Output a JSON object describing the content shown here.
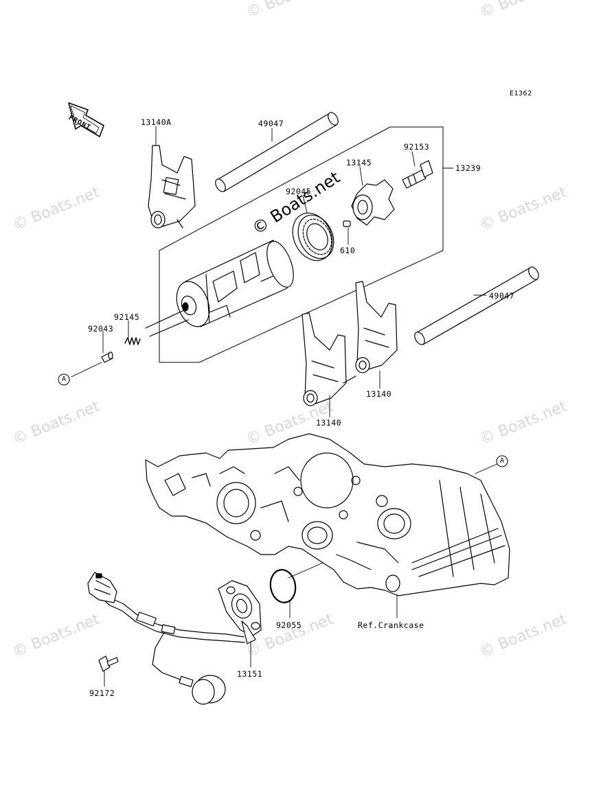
{
  "figure_code": "E1362",
  "front_label": "FRONT",
  "ref_marker": "A",
  "watermark": "© Boats.net",
  "parts": {
    "p13140A": "13140A",
    "p49047_top": "49047",
    "p92153": "92153",
    "p13145": "13145",
    "p13239": "13239",
    "p92045": "92045",
    "p610": "610",
    "p92145": "92145",
    "p92043": "92043",
    "p49047_right": "49047",
    "p13140_right": "13140",
    "p13140_center": "13140",
    "p92055": "92055",
    "p13151": "13151",
    "p92172": "92172",
    "ref_crankcase": "Ref.Crankcase"
  }
}
